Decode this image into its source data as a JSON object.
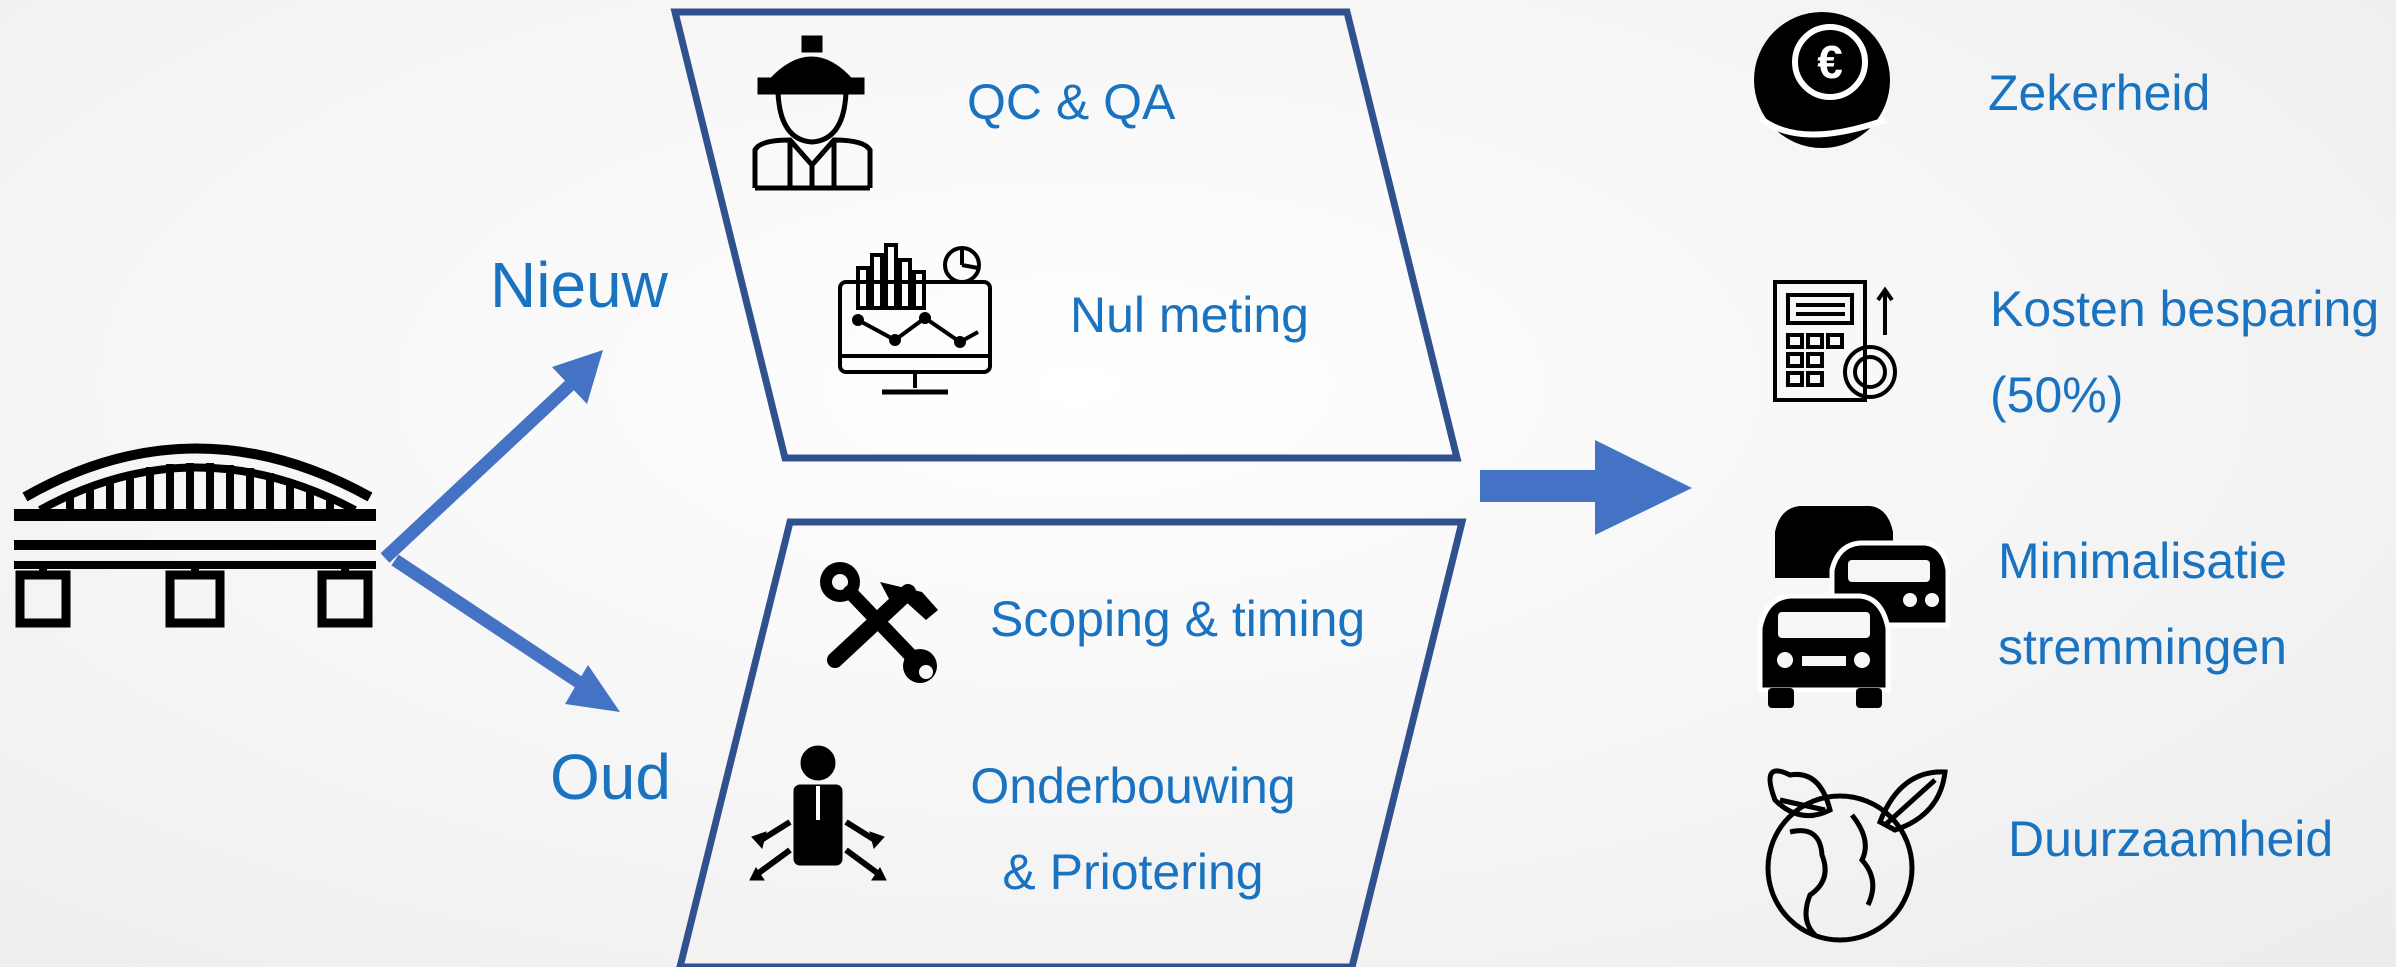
{
  "colors": {
    "text": "#1a73c0",
    "frame": "#2f528f",
    "arrow": "#4472c4",
    "icon": "#000000"
  },
  "branches": {
    "new_label": "Nieuw",
    "old_label": "Oud"
  },
  "new_box": {
    "items": [
      {
        "label": "QC & QA",
        "icon": "construction-worker-icon"
      },
      {
        "label": "Nul meting",
        "icon": "monitor-chart-icon"
      }
    ]
  },
  "old_box": {
    "items": [
      {
        "label": "Scoping & timing",
        "icon": "wrench-hammer-icon"
      },
      {
        "label_line1": "Onderbouwing",
        "label_line2": "& Priotering",
        "icon": "decision-person-icon"
      }
    ]
  },
  "benefits": [
    {
      "line1": "Zekerheid",
      "line2": "",
      "icon": "euro-hand-icon"
    },
    {
      "line1": "Kosten besparing",
      "line2": "(50%)",
      "icon": "calculator-coin-icon"
    },
    {
      "line1": "Minimalisatie",
      "line2": "stremmingen",
      "icon": "traffic-cars-icon"
    },
    {
      "line1": "Duurzaamheid",
      "line2": "",
      "icon": "eco-globe-icon"
    }
  ],
  "start_icon": "bridge-icon"
}
